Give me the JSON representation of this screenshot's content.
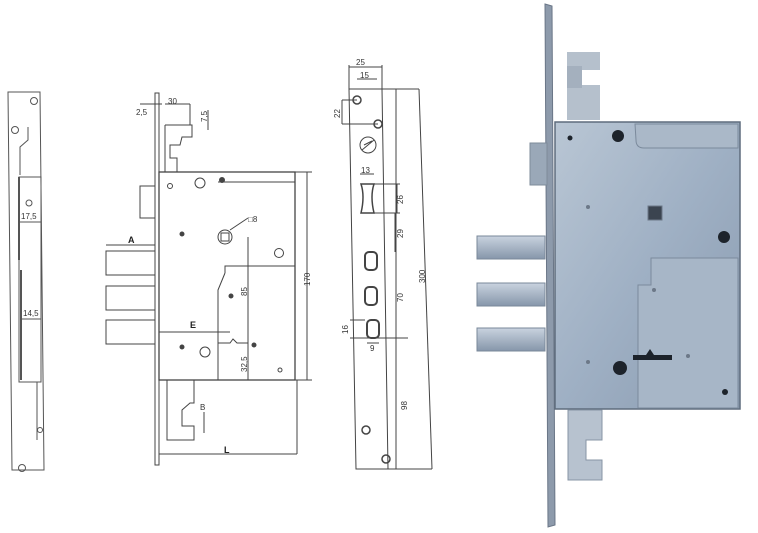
{
  "side_profile": {
    "dims": {
      "d1": "17,5",
      "d2": "14,5"
    }
  },
  "front_drawing": {
    "dims": {
      "backset_offset": "2,5",
      "top_bracket_width": "30",
      "top_bracket_depth": "7,5",
      "spindle_square": "□8",
      "height": "170",
      "spindle_to_keyhole": "85",
      "keyhole_to_bottom": "32,5"
    },
    "labels": {
      "a": "A",
      "e": "E",
      "b": "B",
      "l": "L"
    }
  },
  "faceplate_drawing": {
    "dims": {
      "width": "25",
      "hole_offset": "15",
      "hole_spacing": "22",
      "latch_width": "13",
      "latch_height": "26",
      "latch_to_bolt": "29",
      "bolt_spacing": "70",
      "total_length": "300",
      "bolt_height": "16",
      "bolt_width": "9",
      "bottom_offset": "98"
    }
  },
  "photo": {
    "colors": {
      "steel": "#9fb0c4",
      "steel_dark": "#6f8197",
      "steel_light": "#c9d3df",
      "hole": "#1d232b"
    }
  }
}
